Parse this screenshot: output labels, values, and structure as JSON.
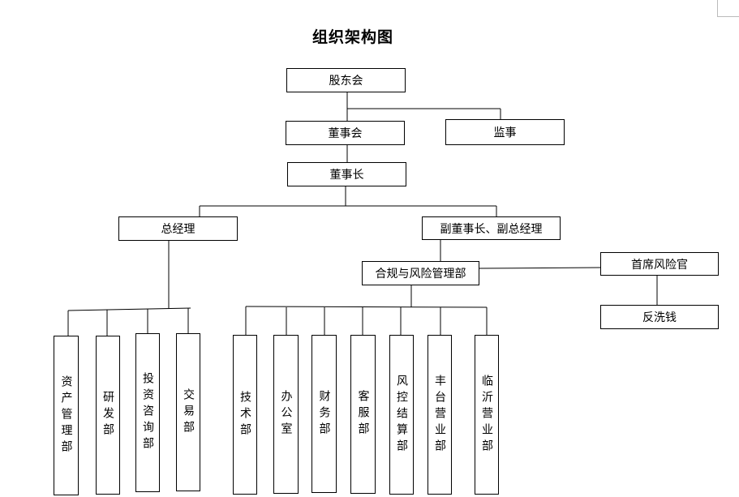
{
  "title": "组织架构图",
  "nodes": {
    "shareholders": "股东会",
    "board": "董事会",
    "supervisor": "监事",
    "chairman": "董事长",
    "gm": "总经理",
    "vice": "副董事长、副总经理",
    "compliance": "合规与风险管理部",
    "cro": "首席风险官",
    "aml": "反洗钱"
  },
  "departments_gm": [
    "资产管理部",
    "研发部",
    "投资咨询部",
    "交易部"
  ],
  "departments_vice": [
    "技术部",
    "办公室",
    "财务部",
    "客服部",
    "风控结算部",
    "丰台营业部",
    "临沂营业部"
  ]
}
